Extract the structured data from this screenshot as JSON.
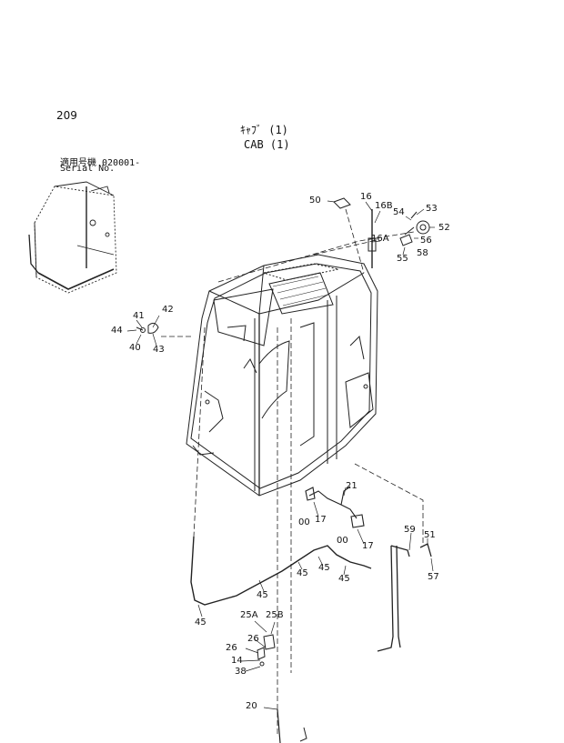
{
  "header": {
    "page_number": "209",
    "title_jp": "ｷｬﾌﾞ (1)",
    "title_en": "CAB (1)",
    "model_label": "適用号機  020001-",
    "serial_label": "Serial No."
  },
  "callouts": [
    {
      "id": "c50",
      "text": "50"
    },
    {
      "id": "c16",
      "text": "16"
    },
    {
      "id": "c16b",
      "text": "16B"
    },
    {
      "id": "c53",
      "text": "53"
    },
    {
      "id": "c54",
      "text": "54"
    },
    {
      "id": "c52",
      "text": "52"
    },
    {
      "id": "c56",
      "text": "56"
    },
    {
      "id": "c16a",
      "text": "16A"
    },
    {
      "id": "c55",
      "text": "55"
    },
    {
      "id": "c58",
      "text": "58"
    },
    {
      "id": "c41",
      "text": "41"
    },
    {
      "id": "c42",
      "text": "42"
    },
    {
      "id": "c44",
      "text": "44"
    },
    {
      "id": "c40",
      "text": "40"
    },
    {
      "id": "c43",
      "text": "43"
    },
    {
      "id": "c21",
      "text": "21"
    },
    {
      "id": "c17a",
      "text": "17"
    },
    {
      "id": "c00a",
      "text": "00"
    },
    {
      "id": "c00b",
      "text": "00"
    },
    {
      "id": "c17b",
      "text": "17"
    },
    {
      "id": "c59",
      "text": "59"
    },
    {
      "id": "c51",
      "text": "51"
    },
    {
      "id": "c57",
      "text": "57"
    },
    {
      "id": "c45a",
      "text": "45"
    },
    {
      "id": "c45b",
      "text": "45"
    },
    {
      "id": "c45c",
      "text": "45"
    },
    {
      "id": "c45d",
      "text": "45"
    },
    {
      "id": "c45e",
      "text": "45"
    },
    {
      "id": "c25a",
      "text": "25A"
    },
    {
      "id": "c25b",
      "text": "25B"
    },
    {
      "id": "c26a",
      "text": "26"
    },
    {
      "id": "c26b",
      "text": "26"
    },
    {
      "id": "c14",
      "text": "14"
    },
    {
      "id": "c38",
      "text": "38"
    },
    {
      "id": "c20",
      "text": "20"
    }
  ]
}
